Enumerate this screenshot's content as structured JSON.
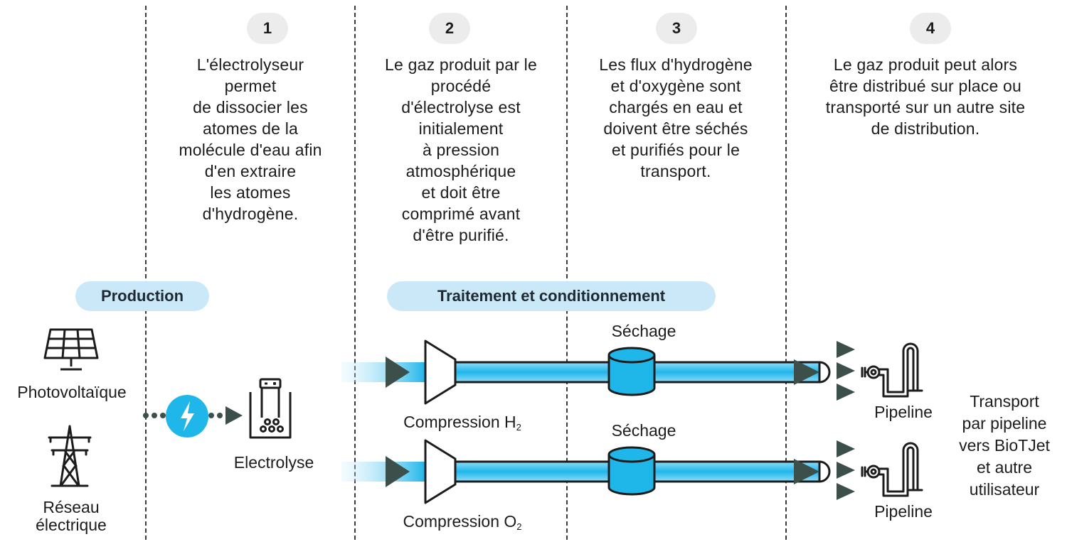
{
  "steps": [
    {
      "number": "1",
      "text": "L'électrolyseur\npermet\nde dissocier les\natomes de la\nmolécule d'eau afin\nd'en extraire\nles atomes\nd'hydrogène."
    },
    {
      "number": "2",
      "text": "Le gaz produit par le\nprocédé\nd'électrolyse est\ninitialement\nà pression\natmosphérique\net doit être\ncomprimé avant\nd'être purifié."
    },
    {
      "number": "3",
      "text": "Les flux d'hydrogène\net d'oxygène sont\nchargés en eau et\ndoivent être séchés\net purifiés pour le\ntransport."
    },
    {
      "number": "4",
      "text": "Le gaz produit peut alors\nêtre distribué sur place ou\ntransporté sur un autre site\nde distribution."
    }
  ],
  "sections": {
    "production": "Production",
    "treatment": "Traitement et conditionnement"
  },
  "labels": {
    "photovoltaic": "Photovoltaïque",
    "grid": "Réseau\nélectrique",
    "electrolysis": "Electrolyse",
    "drying_top": "Séchage",
    "drying_bottom": "Séchage",
    "compression_h2": {
      "base": "Compression H",
      "sub": "2"
    },
    "compression_o2": {
      "base": "Compression O",
      "sub": "2"
    },
    "pipeline_top": "Pipeline",
    "pipeline_bottom": "Pipeline",
    "transport": "Transport\npar pipeline\nvers BioTJet\net autre\nutilisateur"
  },
  "icons": {
    "solar_panel": "solar-panel-icon",
    "power_pylon": "power-pylon-icon",
    "lightning": "lightning-icon",
    "electrolyser": "electrolyser-icon",
    "compressor": "compressor-icon",
    "dryer": "dryer-cylinder-icon",
    "pipeline": "pipeline-icon"
  },
  "colors": {
    "flow_blue": "#1fb6ea",
    "flow_light": "#c9ecfb",
    "arrow_dark": "#3d4f4a",
    "pill_bg": "#cbe8f8",
    "number_bg": "#ececec",
    "lightning_bg": "#1fb6ea"
  }
}
